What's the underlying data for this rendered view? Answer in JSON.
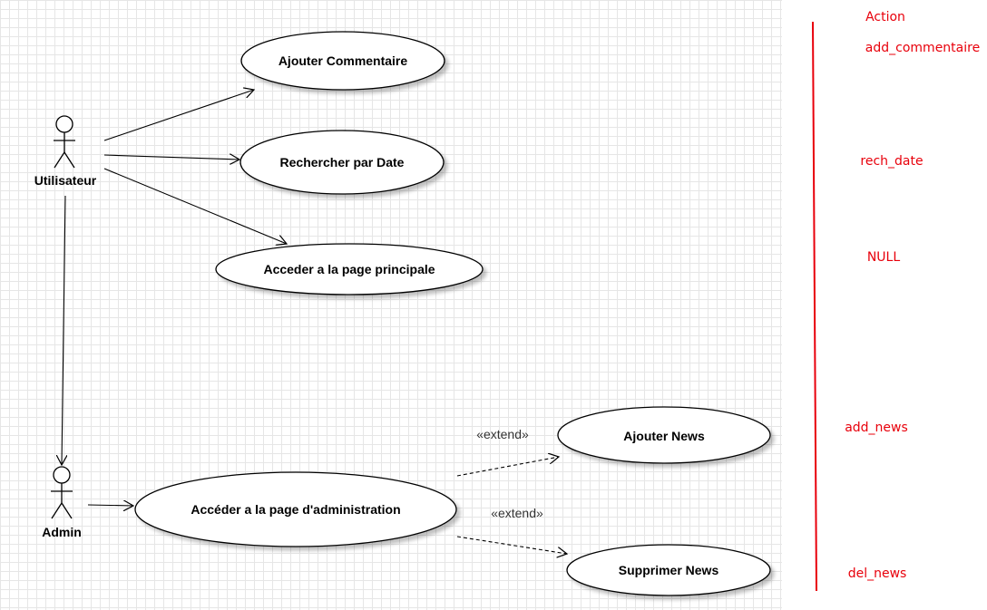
{
  "actors": {
    "utilisateur": "Utilisateur",
    "admin": "Admin"
  },
  "use_cases": {
    "ajouter_commentaire": "Ajouter Commentaire",
    "rechercher_date": "Rechercher par Date",
    "acceder_page_principale": "Acceder a la page principale",
    "acceder_page_admin": "Accéder a la page d'administration",
    "ajouter_news": "Ajouter News",
    "supprimer_news": "Supprimer News"
  },
  "relations": {
    "extend_1": "«extend»",
    "extend_2": "«extend»"
  },
  "actions": {
    "header": "Action",
    "add_commentaire": "add_commentaire",
    "rech_date": "rech_date",
    "null": "NULL",
    "add_news": "add_news",
    "del_news": "del_news"
  },
  "colors": {
    "action_text": "#e8000b",
    "action_line": "#e8000b",
    "grid": "#e6e6e6",
    "stroke": "#000000"
  }
}
